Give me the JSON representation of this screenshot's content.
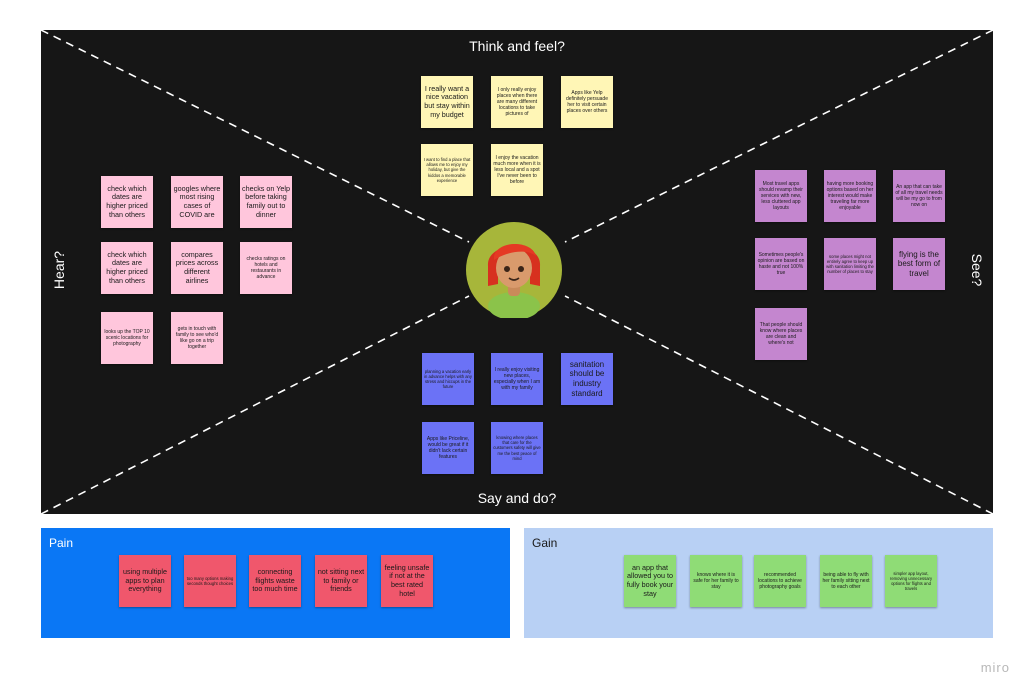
{
  "board": {
    "top_label": "Think and feel?",
    "bottom_label": "Say and do?",
    "left_label": "Hear?",
    "right_label": "See?"
  },
  "think_notes": [
    "I really want a nice vacation but stay within my budget",
    "I only really enjoy places when there are many different locations to take pictures of",
    "Apps like Yelp definitely persuade her to visit certain places over others",
    "I want to find a place that allows me to enjoy my holiday, but give the kiddos a memorable experience",
    "I enjoy the vacation much more when it is less local and a spot I've never been to before"
  ],
  "hear_notes": [
    "check which dates are higher priced than others",
    "googles where most rising cases of COVID are",
    "checks on Yelp before taking family out to dinner",
    "check which dates are higher priced than others",
    "compares prices across different airlines",
    "checks ratings on hotels and restaurants in advance",
    "looks up the TOP 10 scenic locations for photography",
    "gets in touch with family to see who'd like go on a trip together"
  ],
  "see_notes": [
    "Most travel apps should revamp their services with new, less cluttered app layouts",
    "having more booking options based on her interest would make traveling far more enjoyable",
    "An app that can take of all my travel needs will be my go to from now on",
    "Sometimes people's opinion are based on haste and not 100% true",
    "some places might not entirely agree to keep up with sanitation limiting the number of places to stay",
    "flying is the best form of travel",
    "That people should know where places are clean and where's not"
  ],
  "say_notes": [
    "planning a vacation early in advance helps with any stress and hiccups in the future",
    "I really enjoy visiting new places, especially when I am with my family",
    "sanitation should be industry standard",
    "Apps like Priceline, would be great if it didn't lack certain features",
    "knowing where places that care for the customers safety will give me the best peace of mind"
  ],
  "pain": {
    "title": "Pain",
    "notes": [
      "using multiple apps to plan everything",
      "too many options making seconds thought choices",
      "connecting flights waste too much time",
      "not sitting next to family or friends",
      "feeling unsafe if not at the best rated hotel"
    ]
  },
  "gain": {
    "title": "Gain",
    "notes": [
      "an app that allowed you to fully book your stay",
      "knows where it is safe for her family to stay",
      "recommended locations to achieve photography goals",
      "being able to fly with her family sitting next to each other",
      "simpler app layout, removing unnecessary options for flights and travels"
    ]
  },
  "watermark": "miro",
  "colors": {
    "board": "#161616",
    "think": "#fff6b6",
    "hear": "#ffc6dc",
    "see": "#c486cf",
    "say": "#6b72f6",
    "pain_panel": "#0a77f5",
    "pain_note": "#f0576c",
    "gain_panel": "#b8d0f4",
    "gain_note": "#8fdc76"
  },
  "icons": {
    "avatar": "user-avatar-girl-red-hair"
  }
}
